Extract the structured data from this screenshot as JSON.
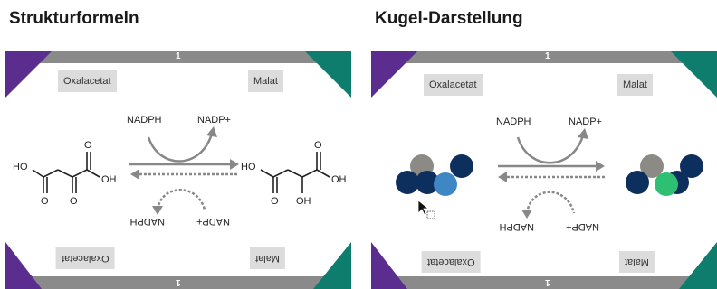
{
  "panels": [
    {
      "heading": "Strukturformeln",
      "top_bar_number": "1",
      "bottom_bar_number": "1",
      "top_left_label": "Oxalacetat",
      "top_right_label": "Malat",
      "bottom_left_label": "Oxalacetat",
      "bottom_right_label": "Malat",
      "cofactor_left": "NADPH",
      "cofactor_right": "NADP+",
      "cofactor_left_flipped": "NADPH",
      "cofactor_right_flipped": "NADP+",
      "substrate_atoms": {
        "ho": "HO",
        "oh": "OH",
        "o_top": "O",
        "o_bottom_left": "O",
        "o_bottom_mid": "O"
      },
      "product_atoms": {
        "ho": "HO",
        "oh": "OH",
        "oh_lower": "OH",
        "o_top": "O",
        "o_bottom_left": "O"
      }
    },
    {
      "heading": "Kugel-Darstellung",
      "top_bar_number": "1",
      "bottom_bar_number": "1",
      "top_left_label": "Oxalacetat",
      "top_right_label": "Malat",
      "bottom_left_label": "Oxalacetat",
      "bottom_right_label": "Malat",
      "cofactor_left": "NADPH",
      "cofactor_right": "NADP+",
      "cofactor_left_flipped": "NADPH",
      "cofactor_right_flipped": "NADP+"
    }
  ],
  "colors": {
    "purple": "#5b2d8e",
    "teal": "#0f7d6e",
    "bar_gray": "#8a8a8a",
    "label_gray": "#dcdcdc",
    "ball_navy": "#0d2f5e",
    "ball_gray": "#8c8a84",
    "ball_blue": "#3f86c4",
    "ball_green": "#2dbf72",
    "arrow_gray": "#888888"
  },
  "icons": [
    "cursor-arrow-icon"
  ]
}
